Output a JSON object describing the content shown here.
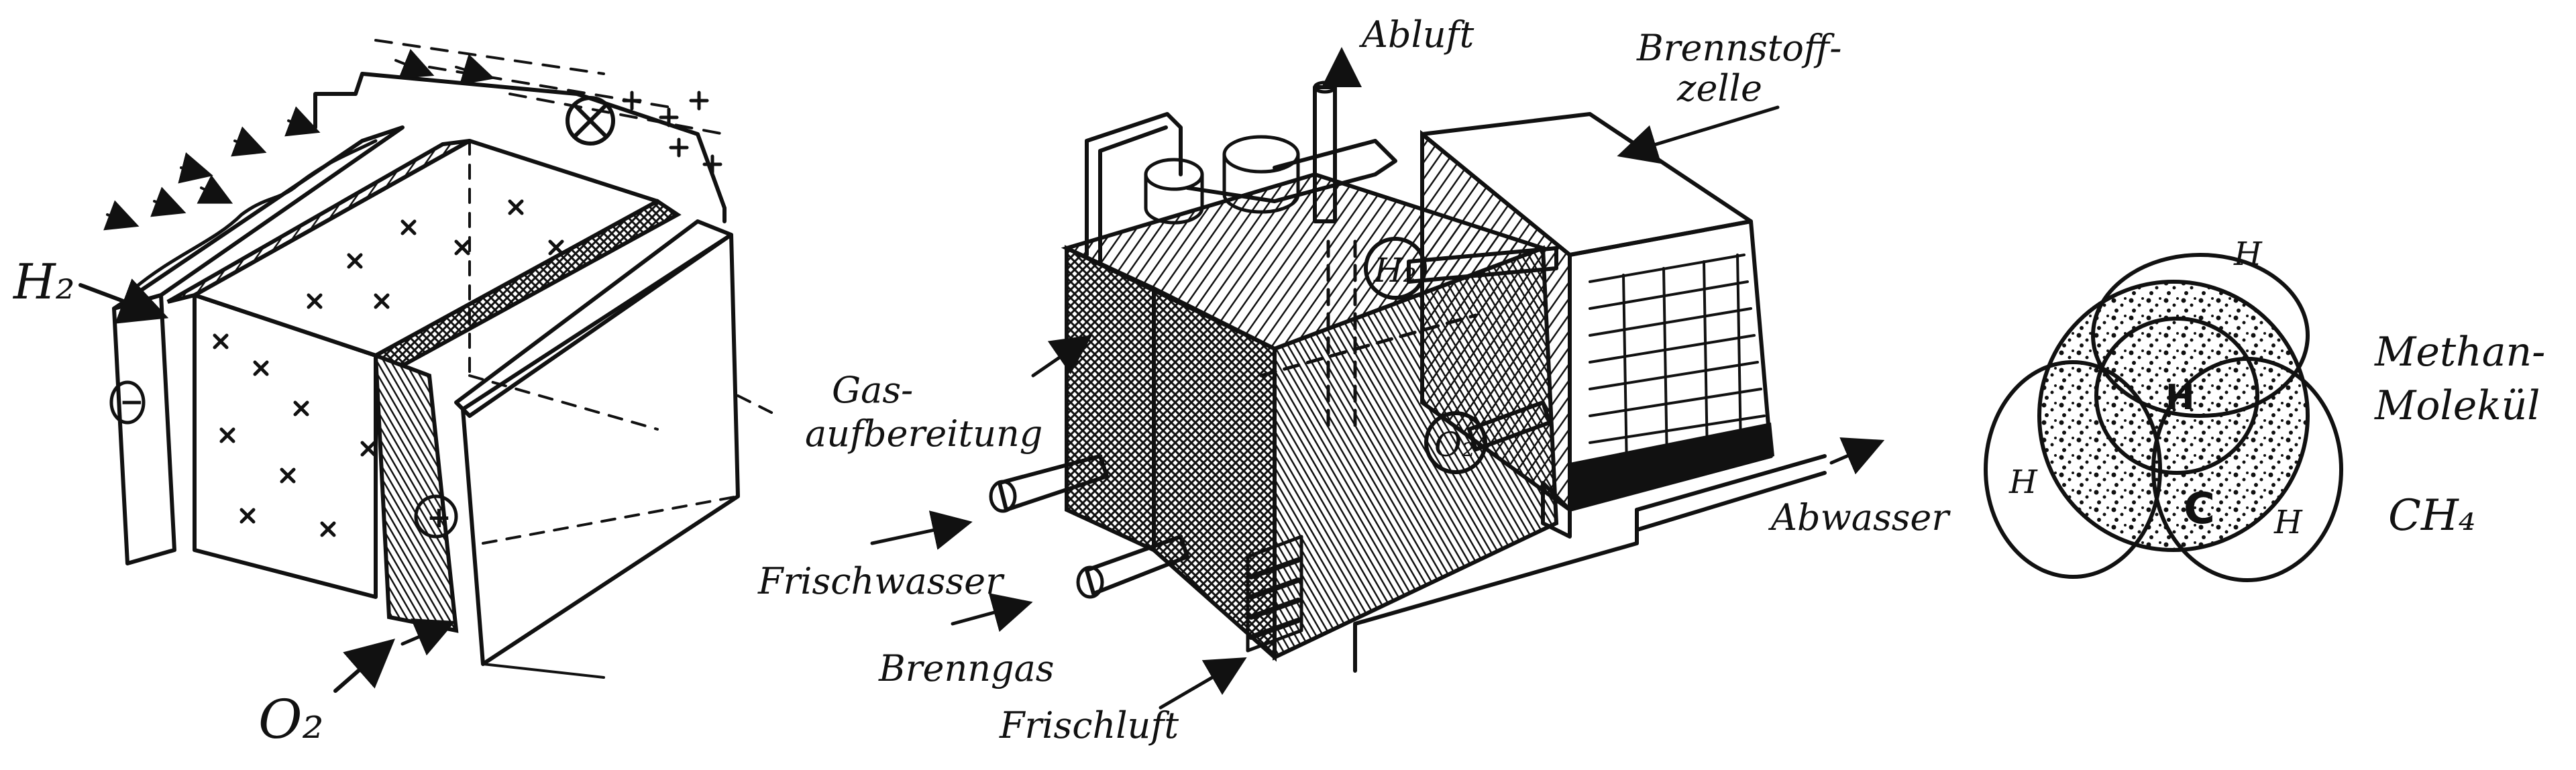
{
  "cell": {
    "h2_label": "H₂",
    "o2_label": "O₂",
    "minus_sign": "−",
    "plus_sign": "+"
  },
  "system": {
    "abluft": "Abluft",
    "brennstoffzelle_line1": "Brennstoff-",
    "brennstoffzelle_line2": "zelle",
    "gasaufbereitung_line1": "Gas-",
    "gasaufbereitung_line2": "aufbereitung",
    "frischwasser": "Frischwasser",
    "brenngas": "Brenngas",
    "frischluft": "Frischluft",
    "abwasser": "Abwasser",
    "h2_badge": "H₂",
    "o2_badge": "O₂"
  },
  "methane": {
    "carbon": "C",
    "h_center": "H",
    "h_top": "H",
    "h_left": "H",
    "h_right": "H",
    "name_line1": "Methan-",
    "name_line2": "Molekül",
    "formula": "CH₄"
  }
}
